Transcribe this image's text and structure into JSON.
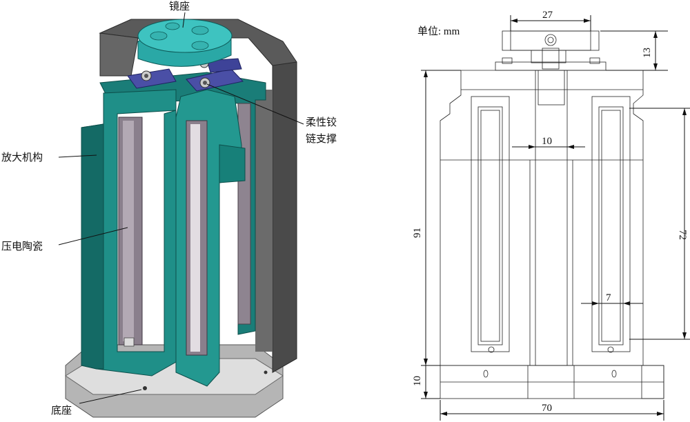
{
  "labels": {
    "mirror_seat": "镜座",
    "flex_hinge_line1": "柔性铰",
    "flex_hinge_line2": "链支撑",
    "amplifier": "放大机构",
    "piezo": "压电陶瓷",
    "base": "底座"
  },
  "drawing": {
    "unit": "单位: mm",
    "dim_width_top": "27",
    "dim_height_top": "13",
    "dim_gap": "10",
    "dim_total_height": "91",
    "dim_piezo_length": "72",
    "dim_piezo_width": "7",
    "dim_base_height": "10",
    "dim_total_width": "70"
  },
  "colors": {
    "teal": "#1e8c86",
    "teal_dark": "#106560",
    "housing": "#5a5a5a",
    "ceramic": "#9a8f99",
    "clamp": "#4a4fa6",
    "base": "#c8c8c8"
  }
}
